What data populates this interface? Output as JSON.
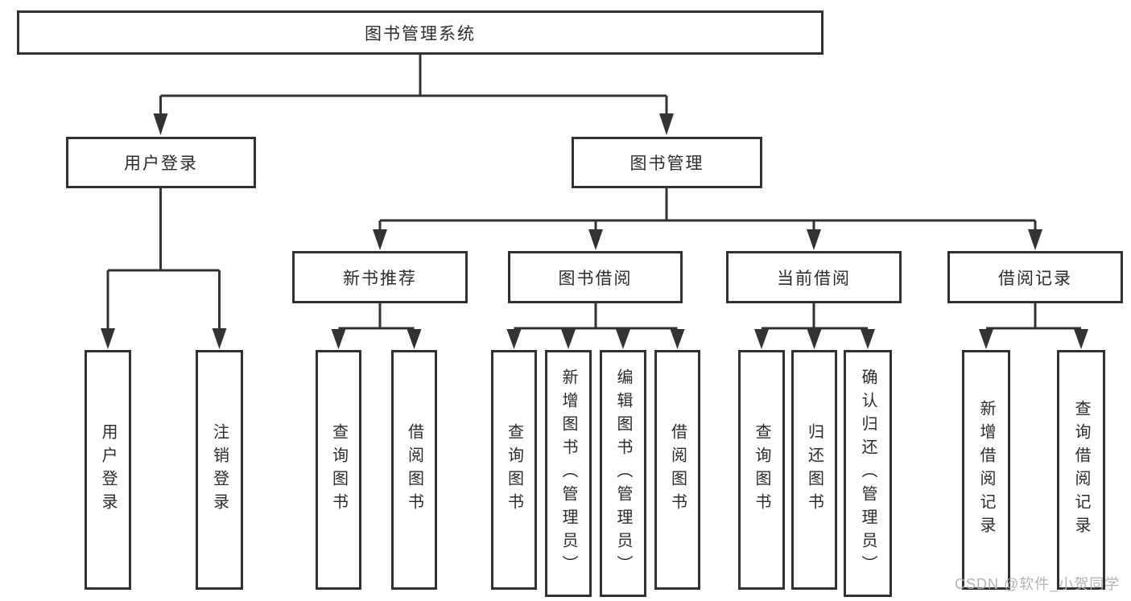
{
  "tree": {
    "label": "图书管理系统",
    "children": [
      {
        "label": "用户登录",
        "children": [
          {
            "label": "用户登录"
          },
          {
            "label": "注销登录"
          }
        ]
      },
      {
        "label": "图书管理",
        "children": [
          {
            "label": "新书推荐",
            "children": [
              {
                "label": "查询图书"
              },
              {
                "label": "借阅图书"
              }
            ]
          },
          {
            "label": "图书借阅",
            "children": [
              {
                "label": "查询图书"
              },
              {
                "label": "新增图书（管理员）"
              },
              {
                "label": "编辑图书（管理员）"
              },
              {
                "label": "借阅图书"
              }
            ]
          },
          {
            "label": "当前借阅",
            "children": [
              {
                "label": "查询图书"
              },
              {
                "label": "归还图书"
              },
              {
                "label": "确认归还（管理员）"
              }
            ]
          },
          {
            "label": "借阅记录",
            "children": [
              {
                "label": "新增借阅记录"
              },
              {
                "label": "查询借阅记录"
              }
            ]
          }
        ]
      }
    ]
  },
  "watermark": {
    "text": "CSDN @软件_小贺同学"
  },
  "colors": {
    "background": "#ffffff",
    "box_border": "#303030",
    "connector_line": "#333333",
    "text": "#2b2b2b",
    "watermark_text": "#afafaf"
  }
}
